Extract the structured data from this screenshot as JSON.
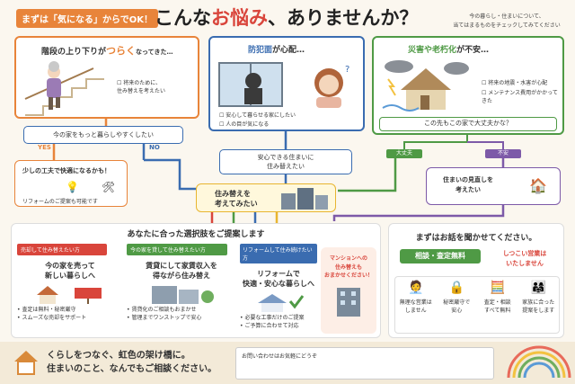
{
  "header": {
    "tag": "まずは「気になる」からでOK！",
    "title_pre": "こんな",
    "title_em": "お悩み",
    "title_post": "、ありませんか？",
    "note": "今の暮らし・住まいについて、\n当てはまるものをチェックしてみてください"
  },
  "box1": {
    "title_pre": "階段の上り下りが",
    "title_em": "つらく",
    "title_post": "なってきた…",
    "items": [
      "将来のために、\n住み替えを考えたい"
    ]
  },
  "box2": {
    "title_pre": "防犯面",
    "title_post": "が心配…",
    "items": [
      "安心して暮らせる家にしたい",
      "人の目が気になる"
    ]
  },
  "box3": {
    "title_pre": "災害や老朽化",
    "title_post": "が不安…",
    "items": [
      "将来の地震・水害が心配",
      "メンテナンス費用がかかってきた"
    ],
    "question": "この先もこの家で大丈夫かな？"
  },
  "flow": {
    "q1": "今の家をもっと暮らしやすくしたい",
    "yes": "YES",
    "no": "NO",
    "reform": "少しの工夫で快適になるかも！",
    "reform_sub": "リフォームのご提案も可能です",
    "safe": "安心できる住まいに\n住み替えたい",
    "consider": "住み替えを\n考えてみたい",
    "ok": "大丈夫",
    "worry": "不安",
    "review": "住まいの見直しを\n考えたい"
  },
  "options": {
    "heading": "あなたに合った選択肢をご提案します",
    "cards": [
      {
        "tag": "売却して住み替えたい方",
        "title": "今の家を売って\n新しい暮らしへ",
        "notes": [
          "査定は無料・秘密厳守",
          "スムーズな売却をサポート"
        ],
        "sign": "SOLD"
      },
      {
        "tag": "今の家を貸して住み替えたい方",
        "title": "賃貸にして家賃収入を\n得ながら住み替え",
        "notes": [
          "賃貸化のご相談もおまかせ",
          "管理までワンストップで安心"
        ]
      },
      {
        "tag": "リフォームして住み続けたい方",
        "title": "リフォームで\n快適・安心な暮らしへ",
        "notes": [
          "必要な工事だけのご提案",
          "ご予算に合わせて対応"
        ]
      }
    ],
    "mansion": "マンションへの\n住み替えも\nおまかせください！"
  },
  "consult": {
    "heading": "まずはお話を聞かせてください。",
    "free": "相談・査定無料",
    "no_push": "しつこい営業は\nいたしません",
    "features": [
      {
        "icon": "person-desk-icon",
        "label": "無理な営業は\nしません"
      },
      {
        "icon": "lock-icon",
        "label": "秘密厳守で\n安心"
      },
      {
        "icon": "calculator-icon",
        "label": "査定・相談\nすべて無料"
      },
      {
        "icon": "family-icon",
        "label": "家族に合った\n提案をします"
      }
    ]
  },
  "footer": {
    "slogan": "くらしをつなぐ、虹色の架け橋に。\n住まいのこと、なんでもご相談ください。",
    "contact": "お問い合わせはお気軽にどうぞ"
  },
  "colors": {
    "orange": "#e8843a",
    "blue": "#3a6cb0",
    "green": "#4f9a45",
    "purple": "#7d5aa8",
    "red": "#d9453b"
  }
}
